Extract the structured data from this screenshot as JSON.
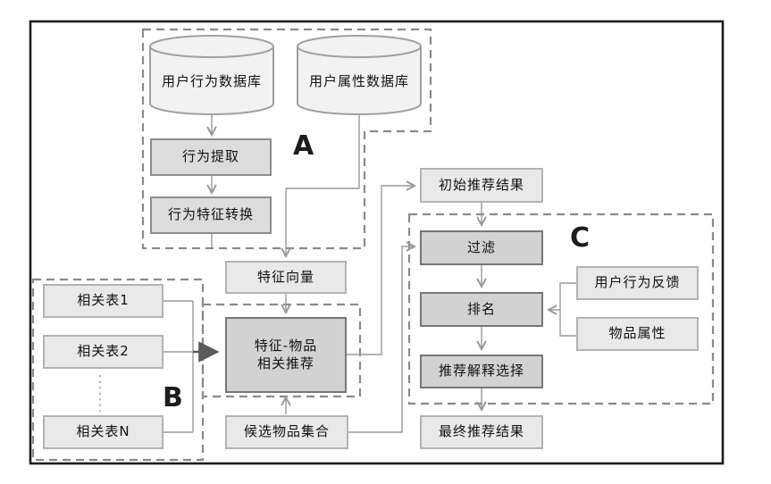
{
  "diagram": {
    "title_hint": "recommendation-system-flowchart",
    "regions": {
      "a_label": "A",
      "b_label": "B",
      "c_label": "C"
    },
    "nodes": {
      "db_behavior": "用户行为数据库",
      "db_attribute": "用户属性数据库",
      "behavior_extract": "行为提取",
      "behavior_transform": "行为特征转换",
      "feature_vector": "特征向量",
      "feature_item_line1": "特征-物品",
      "feature_item_line2": "相关推荐",
      "related_table_1": "相关表1",
      "related_table_2": "相关表2",
      "related_table_n": "相关表N",
      "candidate_set": "候选物品集合",
      "initial_result": "初始推荐结果",
      "filter": "过滤",
      "rank": "排名",
      "explain_select": "推荐解释选择",
      "final_result": "最终推荐结果",
      "user_feedback": "用户行为反馈",
      "item_attribute": "物品属性"
    },
    "colors": {
      "outer_border": "#1c1c1c",
      "dashed_region": "#8a8a8a",
      "connector": "#9a9a9a",
      "bold_arrow": "#5a5a5a",
      "box_light": "#e9e9e9",
      "box_medium": "#dcdcdc",
      "box_dark": "#d2d2d2",
      "cylinder_fill": "#f2f2f2",
      "text": "#111111"
    }
  }
}
